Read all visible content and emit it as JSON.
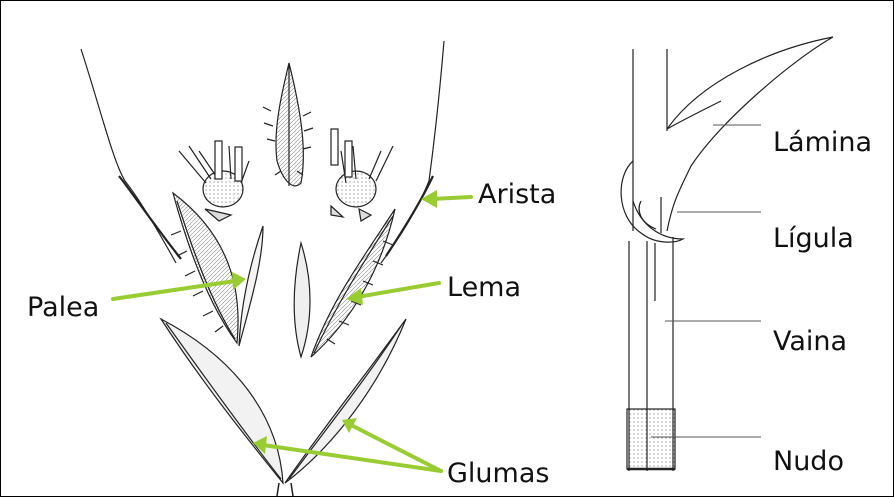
{
  "labels": {
    "arista": "Arista",
    "lema": "Lema",
    "palea": "Palea",
    "glumas": "Glumas",
    "lamina": "Lámina",
    "ligula": "Lígula",
    "vaina": "Vaina",
    "nudo": "Nudo"
  },
  "colors": {
    "arrow": "#99cc33",
    "ink": "#222222",
    "leader": "#555555",
    "frame": "#000000"
  }
}
